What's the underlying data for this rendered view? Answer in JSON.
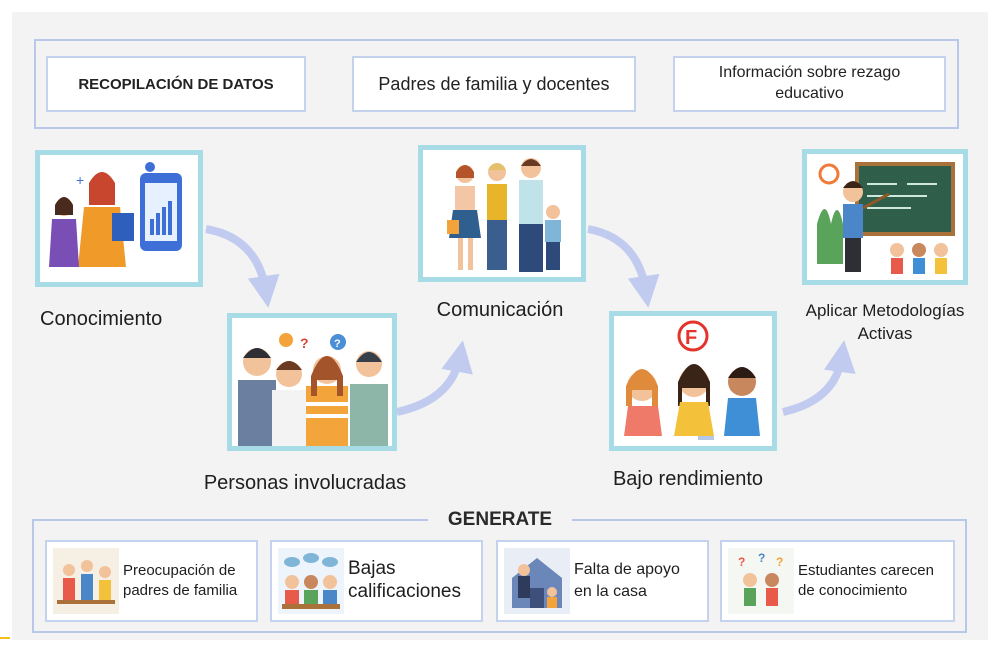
{
  "top_bar": {
    "title": "RECOPILACIÓN DE DATOS",
    "box2": "Padres de familia y docentes",
    "box3": "Información sobre rezago educativo"
  },
  "steps": {
    "conocimiento": "Conocimiento",
    "personas": "Personas involucradas",
    "comunicacion": "Comunicación",
    "bajo": "Bajo rendimiento",
    "aplicar": "Aplicar Metodologías Activas"
  },
  "generate": {
    "title": "GENERATE",
    "items": [
      "Preocupación de padres de familia",
      "Bajas calificaciones",
      "Falta de apoyo en la casa",
      "Estudiantes carecen de conocimiento"
    ]
  },
  "illustration_text": {
    "grade": "F"
  },
  "colors": {
    "frame": "#a7dbe6",
    "arrow": "#c1cbf0",
    "panel_border": "#b9c7ea"
  }
}
